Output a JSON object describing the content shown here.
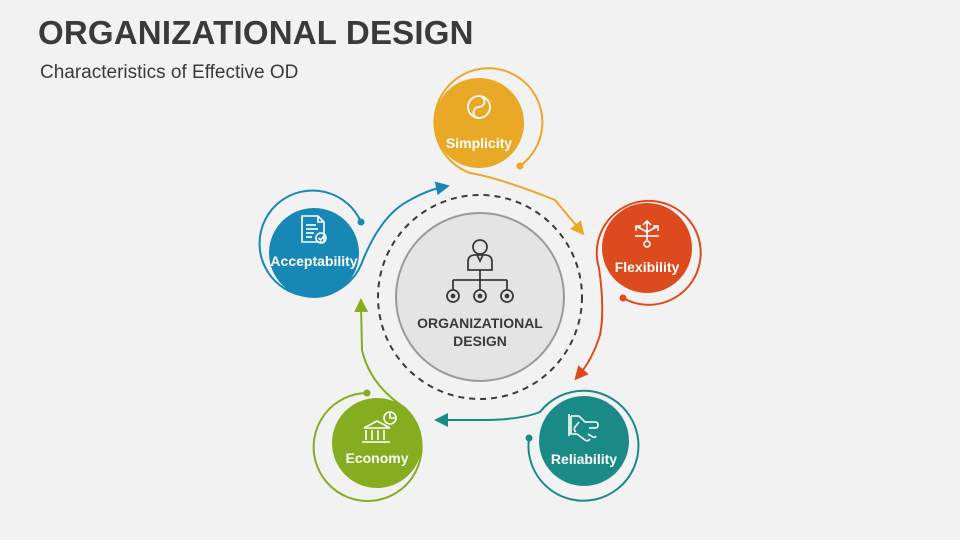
{
  "title": "ORGANIZATIONAL DESIGN",
  "subtitle": "Characteristics of Effective OD",
  "center": {
    "line1": "ORGANIZATIONAL",
    "line2": "DESIGN",
    "icon": "org-chart-icon"
  },
  "nodes": [
    {
      "label": "Simplicity",
      "color": "#e9a825",
      "icon": "yin-yang-icon"
    },
    {
      "label": "Flexibility",
      "color": "#dd4a1e",
      "icon": "multi-direction-arrows-icon"
    },
    {
      "label": "Reliability",
      "color": "#1a8a86",
      "icon": "handshake-icon"
    },
    {
      "label": "Economy",
      "color": "#86ad1f",
      "icon": "bank-chart-icon"
    },
    {
      "label": "Acceptability",
      "color": "#1788b5",
      "icon": "approved-document-icon"
    }
  ]
}
